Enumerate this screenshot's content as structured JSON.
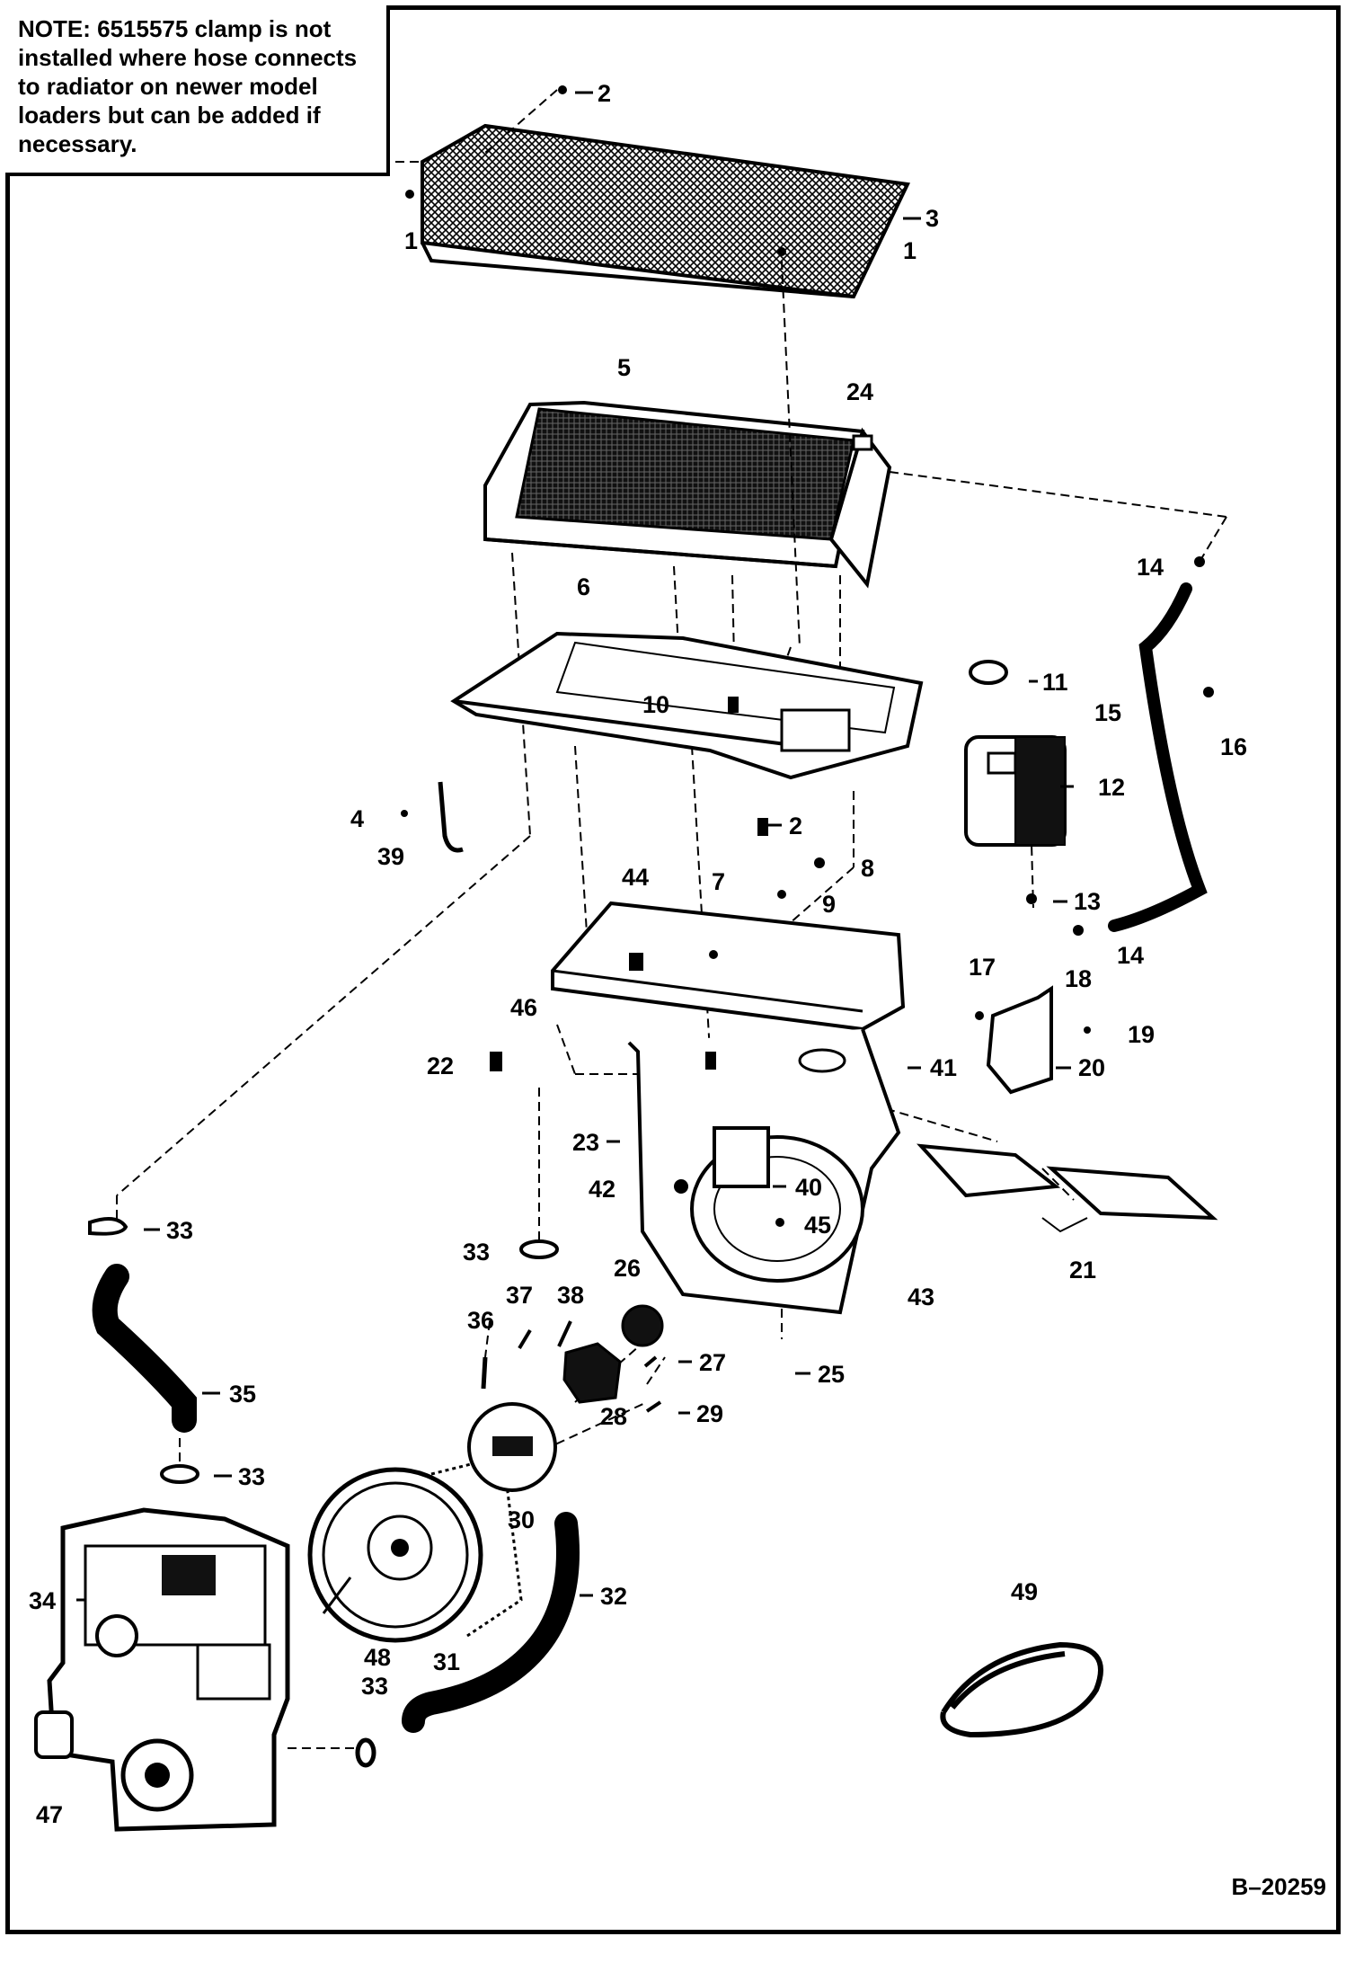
{
  "note": {
    "label": "NOTE:",
    "text": "6515575 clamp is not installed where hose connects to radiator on newer model loaders but can be added if necessary."
  },
  "figure_id": "B–20259",
  "callouts": {
    "c1a": "1",
    "c1b": "1",
    "c2a": "2",
    "c2b": "2",
    "c3": "3",
    "c4": "4",
    "c5": "5",
    "c6": "6",
    "c7": "7",
    "c8": "8",
    "c9": "9",
    "c10": "10",
    "c11": "11",
    "c12": "12",
    "c13": "13",
    "c14a": "14",
    "c14b": "14",
    "c15": "15",
    "c16": "16",
    "c17": "17",
    "c18": "18",
    "c19": "19",
    "c20": "20",
    "c21": "21",
    "c22": "22",
    "c23": "23",
    "c24": "24",
    "c25": "25",
    "c26": "26",
    "c27": "27",
    "c28": "28",
    "c29": "29",
    "c30": "30",
    "c31": "31",
    "c32": "32",
    "c33a": "33",
    "c33b": "33",
    "c33c": "33",
    "c33d": "33",
    "c34": "34",
    "c35": "35",
    "c36": "36",
    "c37": "37",
    "c38": "38",
    "c39": "39",
    "c40": "40",
    "c41": "41",
    "c42": "42",
    "c43": "43",
    "c44": "44",
    "c45": "45",
    "c46": "46",
    "c47": "47",
    "c48": "48",
    "c49": "49"
  }
}
